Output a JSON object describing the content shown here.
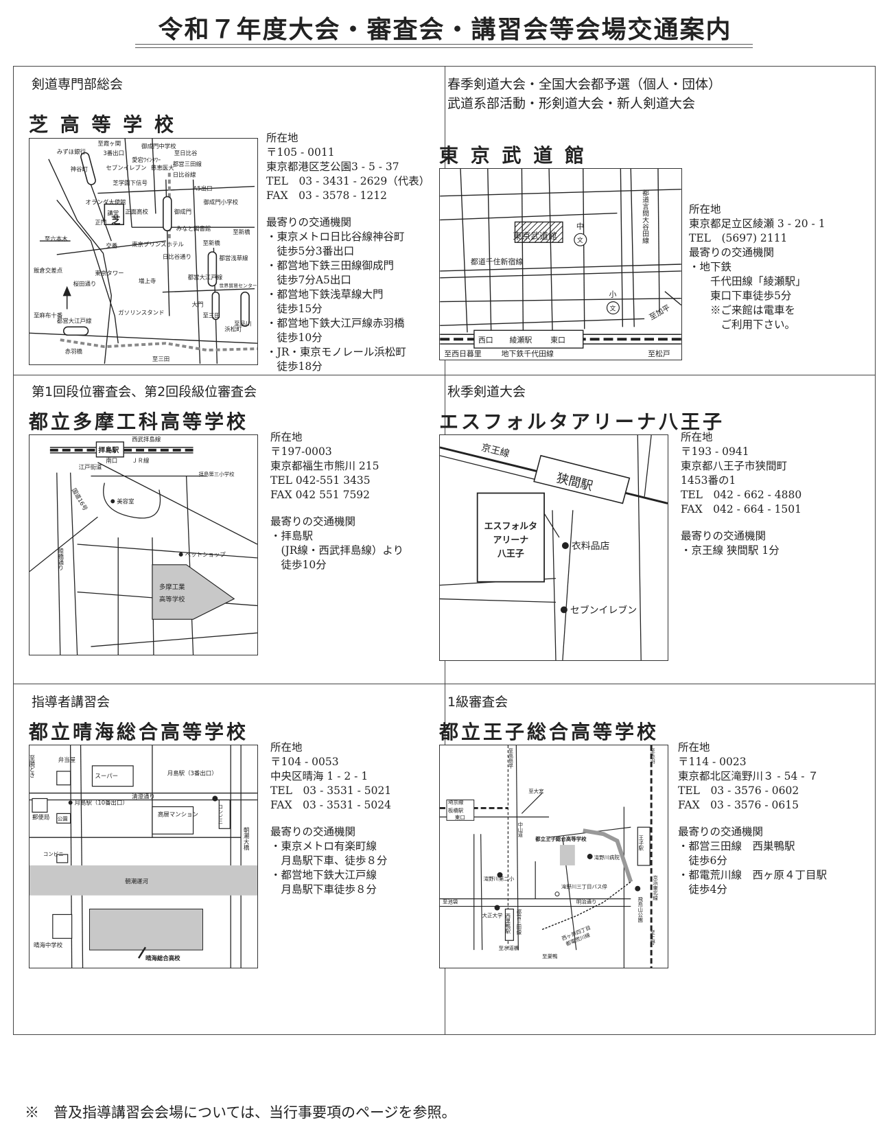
{
  "page": {
    "title": "令和７年度大会・審査会・講習会等会場交通案内",
    "footer": "※　普及指導講習会会場については、当行事要項のページを参照。"
  },
  "panels": [
    {
      "event": "剣道専門部総会",
      "venue": "芝 高 等 学 校",
      "info": [
        "所在地",
        "〒105 - 0011",
        "東京都港区芝公園3 - 5 - 37",
        "TEL　03 - 3431 - 2629（代表）",
        "FAX　03 - 3578 - 1212",
        "",
        "最寄りの交通機関",
        "・東京メトロ日比谷線神谷町",
        "　徒歩5分3番出口",
        "・都営地下鉄三田線御成門",
        "　徒歩7分A5出口",
        "・都営地下鉄浅草線大門",
        "　徒歩15分",
        "・都営地下鉄大江戸線赤羽橋",
        "　徒歩10分",
        "・JR・東京モノレール浜松町",
        "　徒歩18分"
      ],
      "map_labels": {
        "l1": "至霞ヶ関",
        "l2": "みずほ銀行",
        "l3": "3番出口",
        "l4": "御成門中学校",
        "l5": "愛宕ﾜｲﾝﾀﾜｰ",
        "l6": "慈恵医大",
        "l7": "至日比谷",
        "l8": "都営三田線",
        "l9": "日比谷線",
        "l10": "神谷町",
        "l11": "セブンイレブン",
        "l12": "芝学園下信号",
        "l13": "A5出口",
        "l14": "オランダ大使館",
        "l15": "講堂",
        "l16": "正門",
        "l17": "芝",
        "l18": "正面高校",
        "l19": "御成門",
        "l20": "御成門小学校",
        "l21": "みなと図書館",
        "l22": "至六本木",
        "l23": "飯倉交差点",
        "l24": "交番",
        "l25": "東京タワー",
        "l26": "東京プリンスホテル",
        "l27": "日比谷通り",
        "l28": "至新橋",
        "l29": "至新橋",
        "l30": "都営浅草線",
        "l31": "増上寺",
        "l32": "都営大江戸線",
        "l33": "大門",
        "l34": "世界貿易センタービル",
        "l35": "桜田通り",
        "l36": "ガソリンスタンド",
        "l37": "至三田",
        "l38": "浜松町",
        "l39": "至品川",
        "l40": "至麻布十番",
        "l41": "都営大江戸線",
        "l42": "赤羽橋",
        "l43": "至三田"
      }
    },
    {
      "event": "春季剣道大会・全国大会都予選（個人・団体）\n武道系部活動・形剣道大会・新人剣道大会",
      "venue": "東 京 武 道 館",
      "info": [
        "所在地",
        "東京都足立区綾瀬 3 - 20 - 1",
        "TEL　(5697) 2111",
        "最寄りの交通機関",
        "・地下鉄",
        "　　千代田線「綾瀬駅」",
        "　　東口下車徒歩5分",
        "　　※ご来館は電車を",
        "　　　ご利用下さい。"
      ],
      "map_labels": {
        "m1": "東京武道館",
        "m2": "中",
        "m3": "文",
        "m4": "都道言問大谷田線",
        "m5": "都道千住新宿線",
        "m6": "小",
        "m7": "文",
        "m8": "至加平",
        "m9": "西口",
        "m10": "綾瀬駅",
        "m11": "東口",
        "m12": "至西日暮里",
        "m13": "地下鉄千代田線",
        "m14": "至松戸"
      }
    },
    {
      "event": "第1回段位審査会、第2回段級位審査会",
      "venue": "都立多摩工科高等学校",
      "info": [
        "所在地",
        "〒197-0003",
        "東京都福生市熊川 215",
        "TEL 042-551 3435",
        "FAX 042 551 7592",
        "",
        "最寄りの交通機関",
        "・拝島駅",
        "　(JR線・西武拝島線）より",
        "　徒歩10分"
      ],
      "map_labels": {
        "t1": "西武拝島線",
        "t2": "拝島駅",
        "t3": "南口",
        "t4": "ＪＲ線",
        "t5": "江戸街道",
        "t6": "拝島第三小学校",
        "t7": "国道16号",
        "t8": "美容室",
        "t9": "ペットショップ",
        "t10": "睦橋通り",
        "t11": "多摩工業",
        "t12": "高等学校"
      }
    },
    {
      "event": "秋季剣道大会",
      "venue": "エスフォルタアリーナ八王子",
      "info": [
        "所在地",
        "〒193 - 0941",
        "東京都八王子市狭間町",
        "1453番の1",
        "TEL　042 - 662 - 4880",
        "FAX　042 - 664 - 1501",
        "",
        "最寄りの交通機関",
        "・京王線 狭間駅 1分"
      ],
      "map_labels": {
        "e1": "京王線",
        "e2": "狭間駅",
        "e3": "エスフォルタ",
        "e4": "アリーナ",
        "e5": "八王子",
        "e6": "衣料品店",
        "e7": "セブンイレブン"
      }
    },
    {
      "event": "指導者講習会",
      "venue": "都立晴海総合高等学校",
      "info": [
        "所在地",
        "〒104 - 0053",
        "中央区晴海 1 - 2 - 1",
        "TEL　03 - 3531 - 5021",
        "FAX　03 - 3531 - 5024",
        "",
        "最寄りの交通機関",
        "・東京メトロ有楽町線",
        "　月島駅下車、徒歩８分",
        "・都営地下鉄大江戸線",
        "　月島駅下車徒歩８分"
      ],
      "map_labels": {
        "h1": "至勝どき",
        "h2": "弁当屋",
        "h3": "スーパー",
        "h4": "月島駅（3番出口）",
        "h5": "清澄通り",
        "h6": "月島駅（10番出口）",
        "h7": "コンビニ",
        "h8": "郵便局",
        "h9": "公園",
        "h10": "高層マンション",
        "h11": "朝潮大橋",
        "h12": "コンビニ",
        "h13": "朝潮運河",
        "h14": "晴海中学校",
        "h15": "晴海総合高校"
      }
    },
    {
      "event": "1級審査会",
      "venue": "都立王子総合高等学校",
      "info": [
        "所在地",
        "〒114 - 0023",
        "東京都北区滝野川３ - 54 - ７",
        "TEL　03 - 3576 - 0602",
        "FAX　03 - 3576 - 0615",
        "",
        "最寄りの交通機関",
        "・都営三田線　西巣鴨駅",
        "　徒歩6分",
        "・都電荒川線　西ヶ原４丁目駅",
        "　徒歩4分"
      ],
      "map_labels": {
        "o1": "至高島平",
        "o2": "至赤羽",
        "o3": "至大宮",
        "o4": "埼京線",
        "o5": "板橋駅",
        "o6": "東口",
        "o7": "中山道",
        "o8": "都立王子総合高等学校",
        "o9": "滝野川病院",
        "o10": "王子駅",
        "o11": "京浜東北線",
        "o12": "滝野川三丁目バス停",
        "o13": "滝野川第二小",
        "o14": "明治通り",
        "o15": "至池袋",
        "o16": "飛鳥山公園",
        "o17": "大正大学",
        "o18": "西巣鴨駅",
        "o19": "都営三田線",
        "o20": "西ヶ原四丁目",
        "o21": "都電荒川線",
        "o22": "至上野",
        "o23": "至水道橋",
        "o24": "至巣鴨"
      }
    }
  ]
}
